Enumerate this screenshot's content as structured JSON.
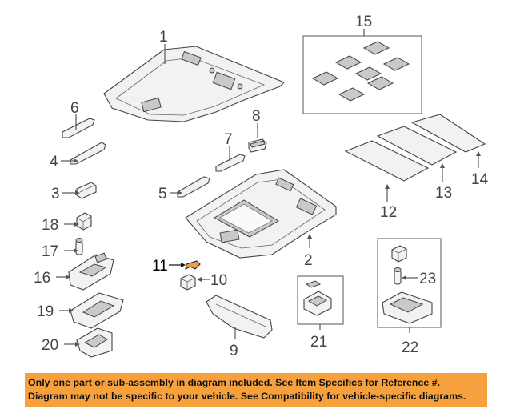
{
  "callouts": {
    "c1": "1",
    "c2": "2",
    "c3": "3",
    "c4": "4",
    "c5": "5",
    "c6": "6",
    "c7": "7",
    "c8": "8",
    "c9": "9",
    "c10": "10",
    "c11": "11",
    "c12": "12",
    "c13": "13",
    "c14": "14",
    "c15": "15",
    "c16": "16",
    "c17": "17",
    "c18": "18",
    "c19": "19",
    "c20": "20",
    "c21": "21",
    "c22": "22",
    "c23": "23"
  },
  "highlighted_callout": "11",
  "colors": {
    "banner_background": "#f6a13d",
    "banner_text": "#111111",
    "line_art": "#444444"
  },
  "banner": {
    "line1": "Only one part or sub-assembly in diagram included. See Item Specifics for Reference #.",
    "line2": "Diagram may not be specific to your vehicle. See Compatibility for vehicle-specific diagrams."
  }
}
